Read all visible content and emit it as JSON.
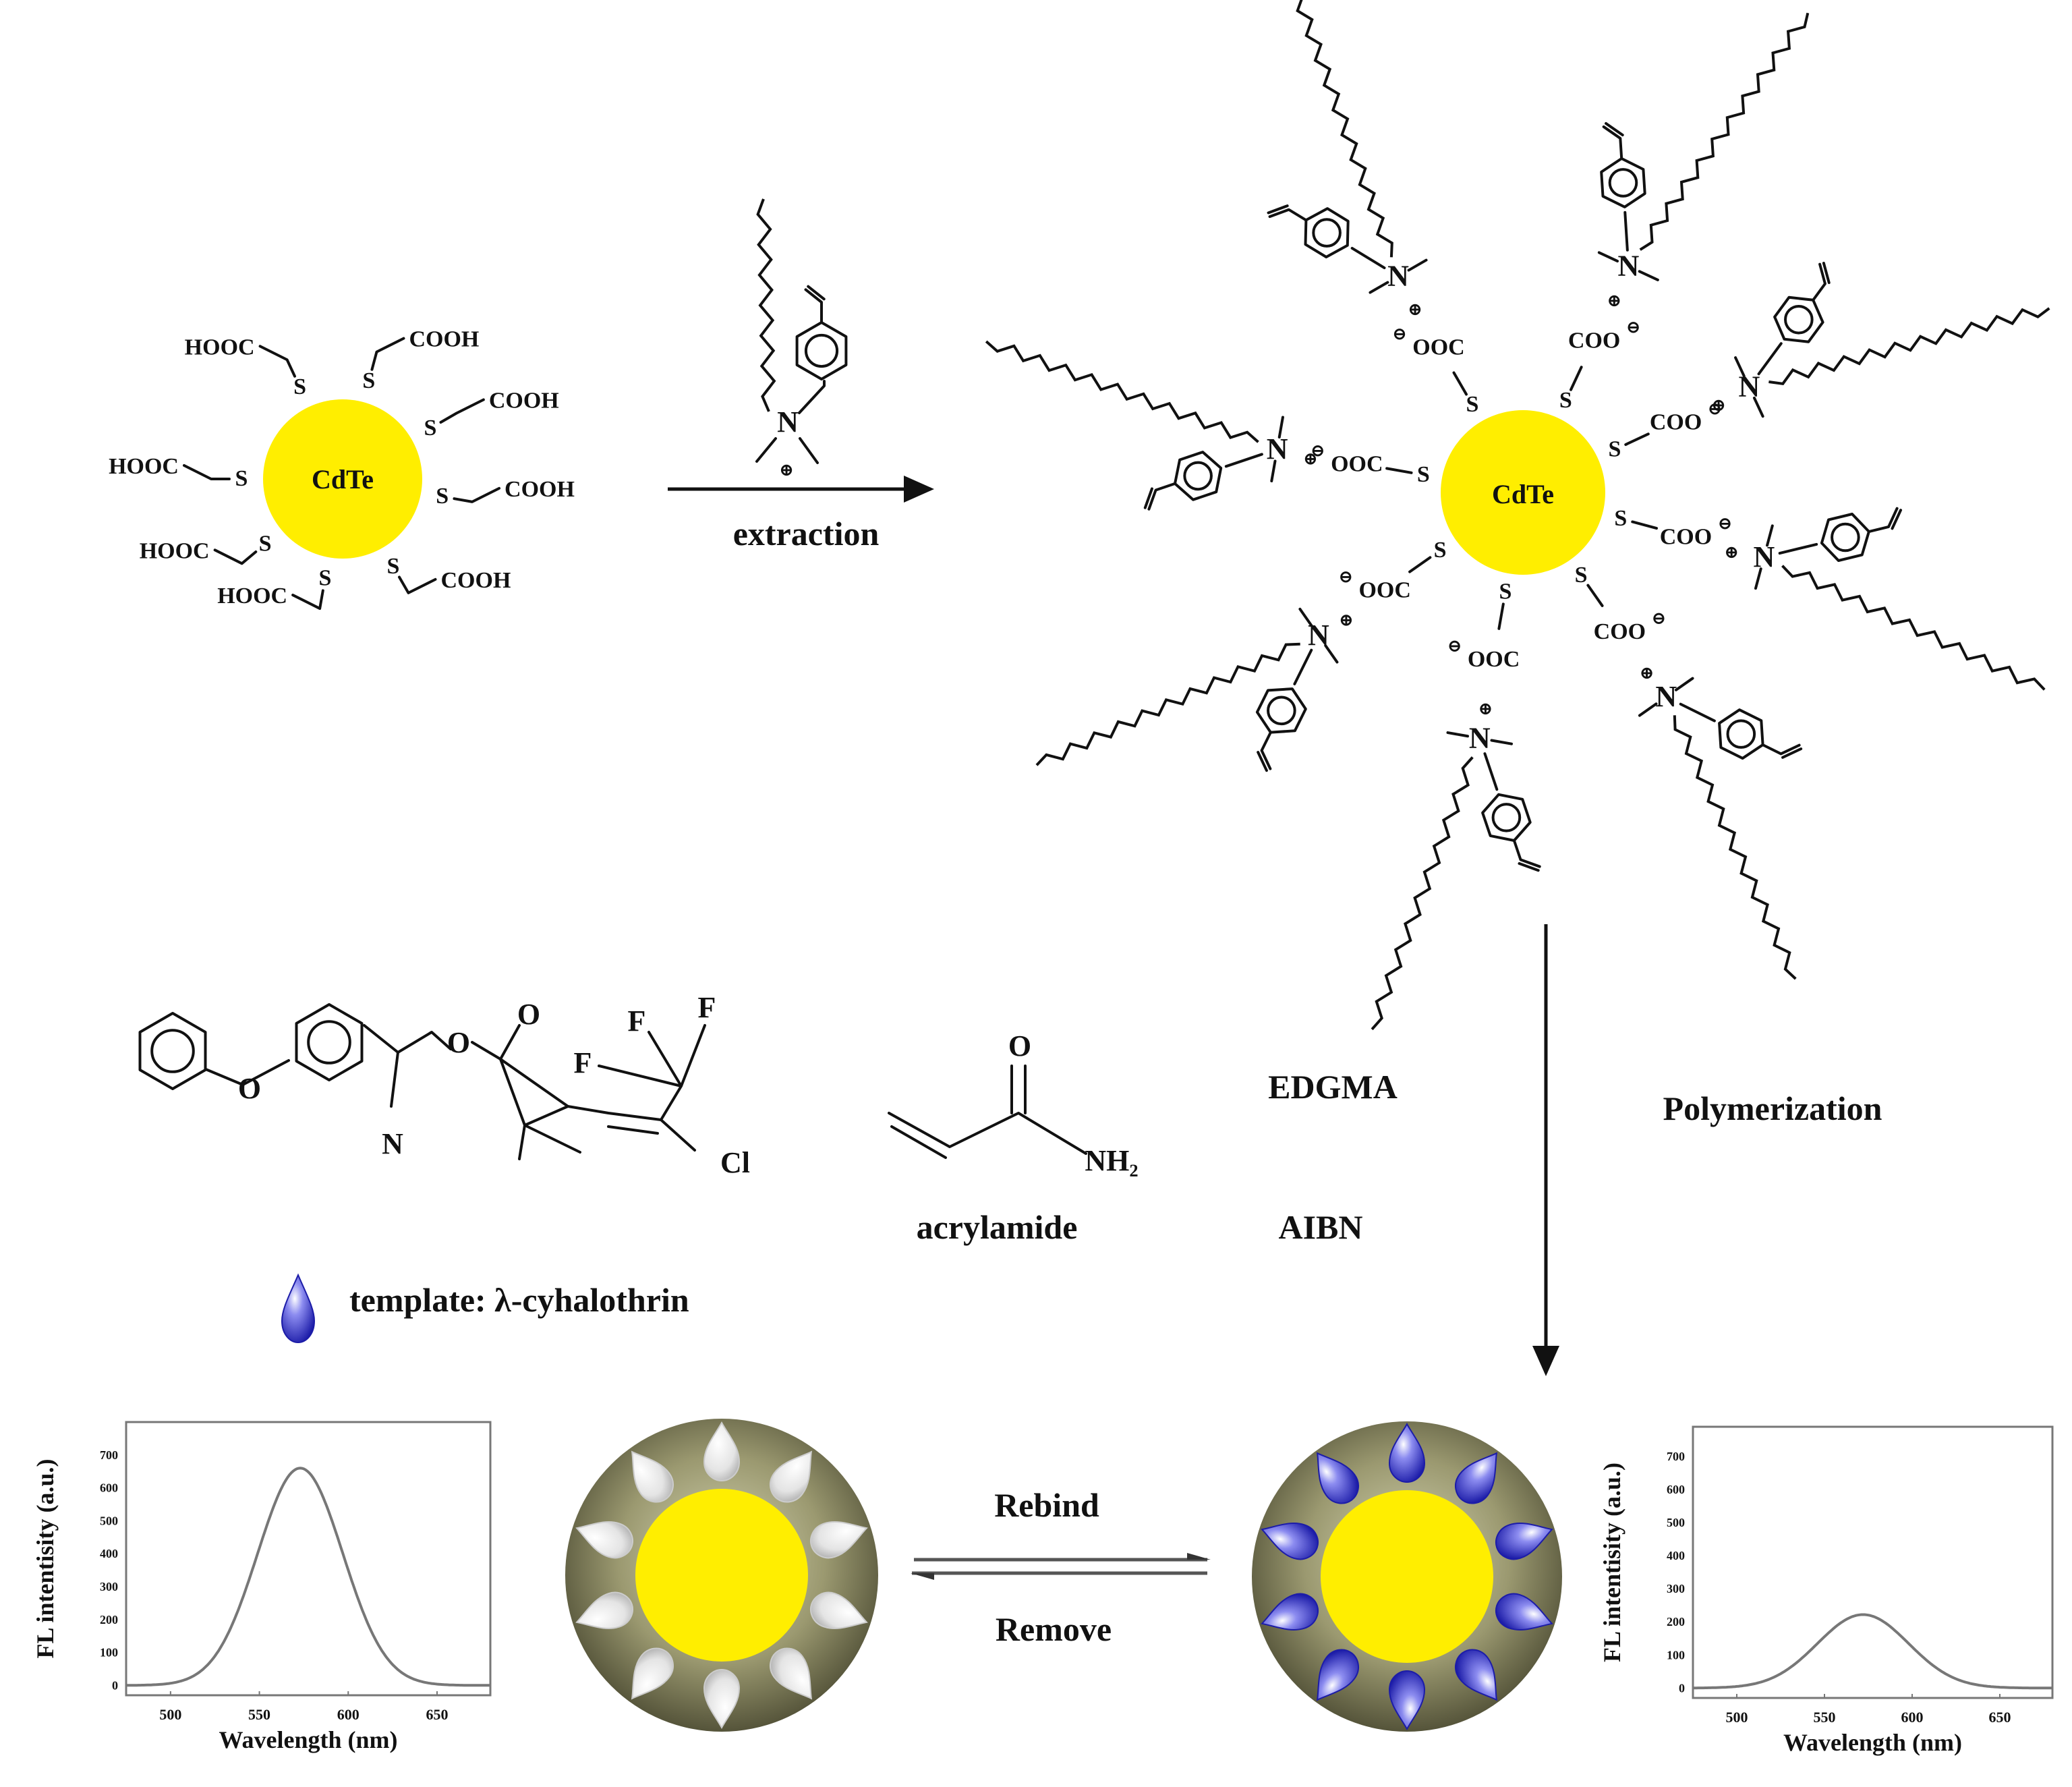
{
  "labels": {
    "qd_core": "CdTe",
    "extraction": "extraction",
    "polymerization": "Polymerization",
    "edgma": "EDGMA",
    "aibn": "AIBN",
    "acrylamide": "acrylamide",
    "template": "template: λ-cyhalothrin",
    "rebind": "Rebind",
    "remove": "Remove"
  },
  "groups": {
    "cooh": "COOH",
    "hooc": "HOOC",
    "coo": "COO",
    "ooc": "OOC",
    "s": "S",
    "n": "N",
    "plus": "⊕",
    "minus": "⊖",
    "o": "O",
    "f": "F",
    "cl": "Cl",
    "nh2": "NH₂"
  },
  "chart_data": [
    {
      "type": "line",
      "xlabel": "Wavelength (nm)",
      "ylabel": "FL intentisity (a.u.)",
      "xticks": [
        500,
        550,
        600,
        650
      ],
      "yticks": [
        0,
        100,
        200,
        300,
        400,
        500,
        600,
        700
      ],
      "xlim": [
        475,
        680
      ],
      "ylim": [
        -30,
        800
      ],
      "series": [
        {
          "peak_x": 573,
          "peak_y": 660,
          "sigma": 24,
          "baseline": 0
        }
      ]
    },
    {
      "type": "line",
      "xlabel": "Wavelength (nm)",
      "ylabel": "FL intentisity (a.u.)",
      "xticks": [
        500,
        550,
        600,
        650
      ],
      "yticks": [
        0,
        100,
        200,
        300,
        400,
        500,
        600,
        700
      ],
      "xlim": [
        475,
        680
      ],
      "ylim": [
        -30,
        790
      ],
      "series": [
        {
          "peak_x": 572,
          "peak_y": 222,
          "sigma": 26,
          "baseline": 0
        }
      ]
    }
  ],
  "colors": {
    "qd_yellow": "#ffee00",
    "shell": "#8c8a5e",
    "template_blue": "#3434c8",
    "cavity_white": "#eeeeee"
  }
}
